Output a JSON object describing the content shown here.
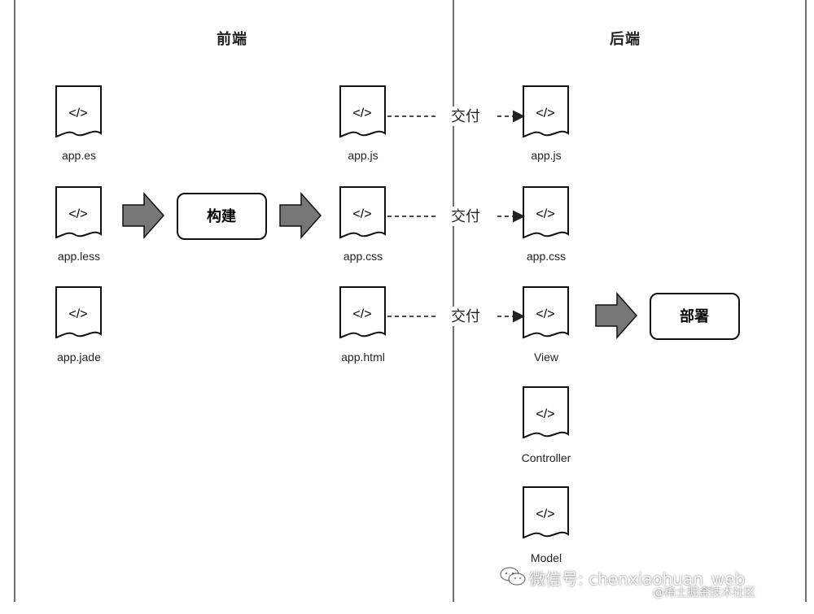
{
  "diagram": {
    "sections": {
      "frontend": "前端",
      "backend": "后端"
    },
    "files": {
      "frontend": [
        "app.es",
        "app.less",
        "app.jade"
      ],
      "built": [
        "app.js",
        "app.css",
        "app.html"
      ],
      "backend": [
        "app.js",
        "app.css",
        "View",
        "Controller",
        "Model"
      ]
    },
    "file_symbol": "</>",
    "processes": {
      "build": "构建",
      "deploy": "部署"
    },
    "connectors": [
      "交付",
      "交付",
      "交付"
    ],
    "watermark": {
      "primary": "微信号: chenxiaohuan_web",
      "secondary": "@稀土掘金技术社区",
      "icon": "wechat-icon"
    }
  }
}
